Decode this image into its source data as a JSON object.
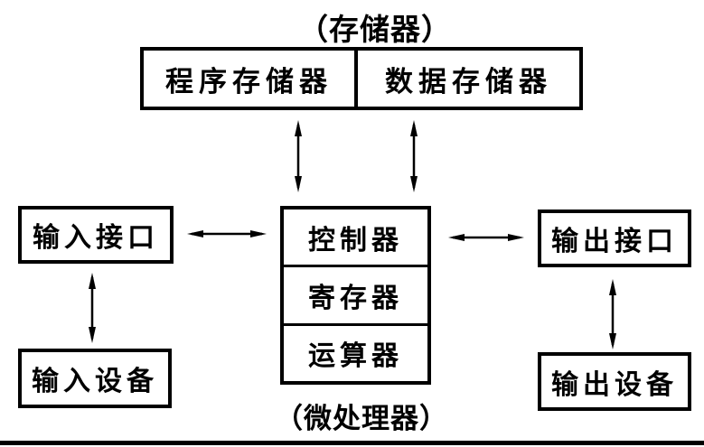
{
  "colors": {
    "ink": "#000000",
    "paper": "#ffffff"
  },
  "labels": {
    "memory_group": "（存储器）",
    "cpu_group": "（微处理器）"
  },
  "memory_box": {
    "cells": [
      {
        "label": "程序存储器"
      },
      {
        "label": "数据存储器"
      }
    ]
  },
  "cpu_box": {
    "rows": [
      {
        "label": "控制器"
      },
      {
        "label": "寄存器"
      },
      {
        "label": "运算器"
      }
    ]
  },
  "io": {
    "input_interface": "输入接口",
    "input_device": "输入设备",
    "output_interface": "输出接口",
    "output_device": "输出设备"
  },
  "connections": [
    {
      "from": "程序存储器",
      "to": "微处理器",
      "direction": "bidirectional"
    },
    {
      "from": "数据存储器",
      "to": "微处理器",
      "direction": "bidirectional"
    },
    {
      "from": "输入接口",
      "to": "微处理器",
      "direction": "bidirectional"
    },
    {
      "from": "微处理器",
      "to": "输出接口",
      "direction": "bidirectional"
    },
    {
      "from": "输入设备",
      "to": "输入接口",
      "direction": "bidirectional"
    },
    {
      "from": "输出接口",
      "to": "输出设备",
      "direction": "bidirectional"
    }
  ]
}
